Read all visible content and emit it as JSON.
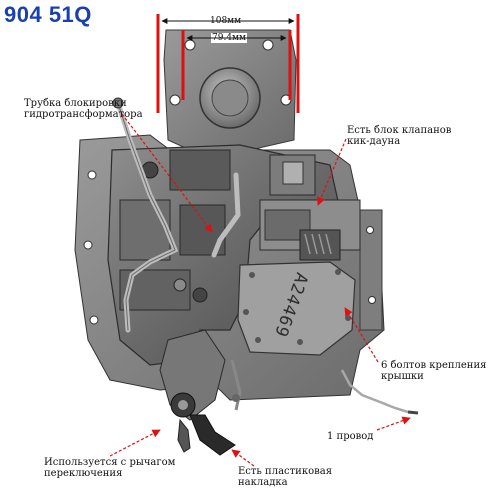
{
  "title": "904 51Q",
  "dimensions": {
    "outer": "108мм",
    "inner": "79.4мм"
  },
  "plate_stamp": "A24469",
  "labels": {
    "converter_tube": [
      "Трубка блокировки",
      "гидротрансформатора"
    ],
    "kickdown_block": [
      "Есть блок клапанов",
      "кик-дауна"
    ],
    "cover_bolts": [
      "6 болтов крепления",
      "крышки"
    ],
    "one_wire": "1 провод",
    "shift_lever": [
      "Используется с рычагом",
      "переключения"
    ],
    "plastic_pad": [
      "Есть пластиковая",
      "накладка"
    ]
  },
  "colors": {
    "title": "#1a3fb0",
    "leader": "#dd1111",
    "metal_dark": "#4a4a4a",
    "metal_mid": "#7a7a7a",
    "metal_light": "#a8a8a8"
  }
}
